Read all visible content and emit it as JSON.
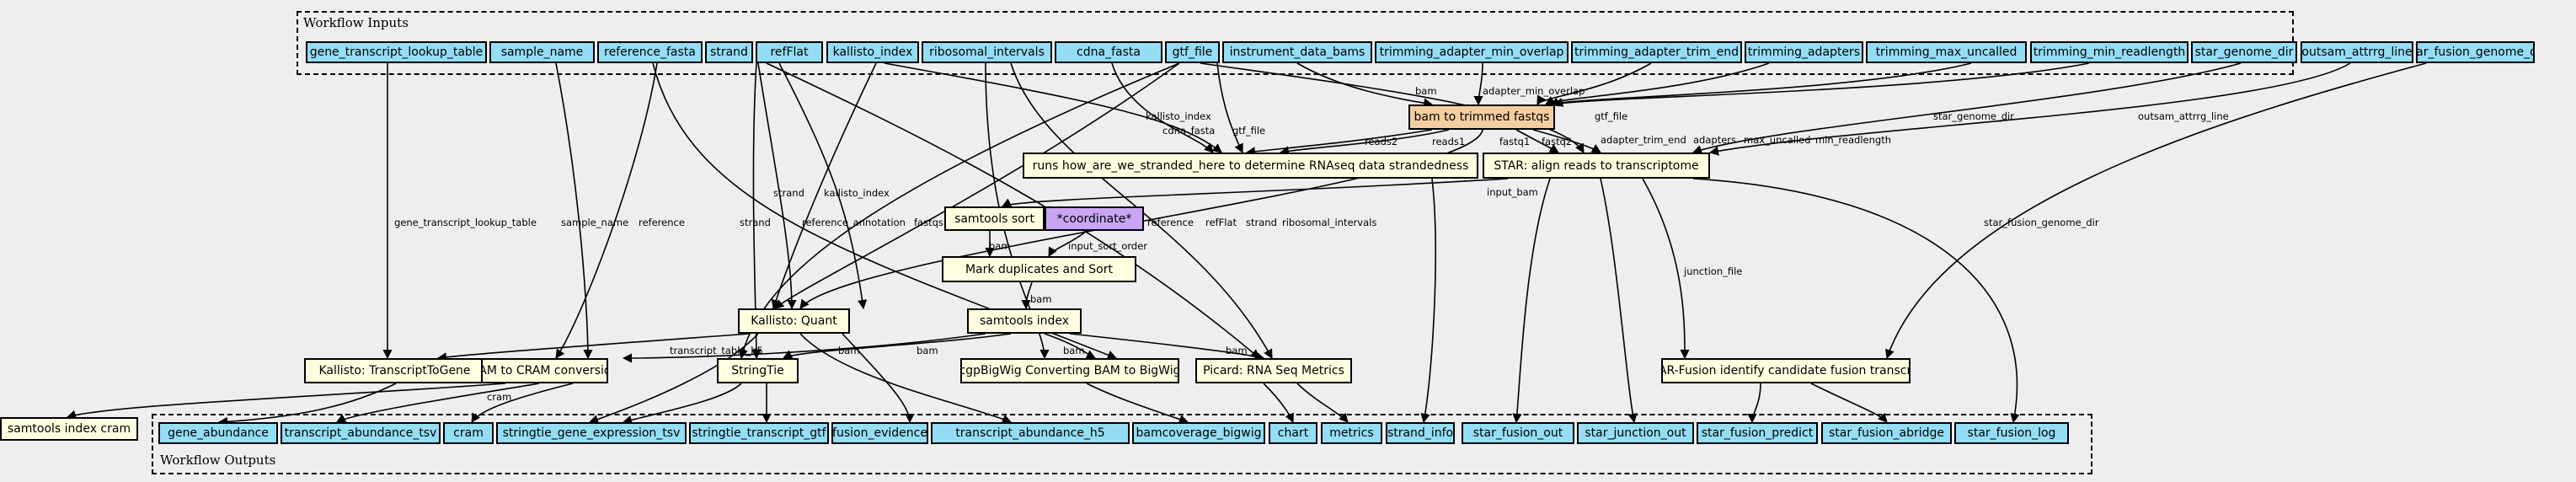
{
  "clusters": {
    "inputs_label": "Workflow Inputs",
    "outputs_label": "Workflow Outputs"
  },
  "inputs": [
    "gene_transcript_lookup_table",
    "sample_name",
    "reference_fasta",
    "strand",
    "refFlat",
    "kallisto_index",
    "ribosomal_intervals",
    "cdna_fasta",
    "gtf_file",
    "instrument_data_bams",
    "trimming_adapter_min_overlap",
    "trimming_adapter_trim_end",
    "trimming_adapters",
    "trimming_max_uncalled",
    "trimming_min_readlength",
    "star_genome_dir",
    "outsam_attrrg_line",
    "star_fusion_genome_dir"
  ],
  "steps": {
    "bam_to_trimmed": "bam to trimmed fastqs",
    "stranded": "runs how_are_we_stranded_here to determine RNAseq data strandedness",
    "star_align": "STAR: align reads to transcriptome",
    "samtools_sort": "samtools sort",
    "coordinate": "*coordinate*",
    "mark_dup": "Mark duplicates and Sort",
    "samtools_index": "samtools index",
    "kallisto_quant": "Kallisto: Quant",
    "kallisto_t2g": "Kallisto: TranscriptToGene",
    "bam_to_cram": "BAM to CRAM conversion",
    "stringtie": "StringTie",
    "bigwig": "cgpBigWig Converting BAM to BigWig",
    "picard": "Picard: RNA Seq Metrics",
    "star_fusion": "STAR-Fusion identify candidate fusion transcript",
    "index_cram": "samtools index cram"
  },
  "outputs": [
    "gene_abundance",
    "transcript_abundance_tsv",
    "cram",
    "stringtie_gene_expression_tsv",
    "stringtie_transcript_gtf",
    "fusion_evidence",
    "transcript_abundance_h5",
    "bamcoverage_bigwig",
    "chart",
    "metrics",
    "strand_info",
    "star_fusion_out",
    "star_junction_out",
    "star_fusion_predict",
    "star_fusion_abridge",
    "star_fusion_log"
  ],
  "edge_labels": {
    "bam": "bam",
    "adapter_min_overlap": "adapter_min_overlap",
    "adapter_trim_end": "adapter_trim_end",
    "adapters": "adapters",
    "max_uncalled": "max_uncalled",
    "min_readlength": "min_readlength",
    "reads2": "reads2",
    "reads1": "reads1",
    "kallisto_index": "kallisto_index",
    "cdna_fasta": "cdna_fasta",
    "gtf_file": "gtf_file",
    "fastq1": "fastq1",
    "fastq2": "fastq2",
    "star_genome_dir": "star_genome_dir",
    "outsam_attrrg_line": "outsam_attrrg_line",
    "gene_transcript_lookup_table": "gene_transcript_lookup_table",
    "sample_name": "sample_name",
    "reference": "reference",
    "strand": "strand",
    "reference_annotation": "reference_annotation",
    "fastqs": "fastqs",
    "input_bam": "input_bam",
    "input_sort_order": "input_sort_order",
    "refFlat": "refFlat",
    "ribosomal_intervals": "ribosomal_intervals",
    "star_fusion_genome_dir": "star_fusion_genome_dir",
    "junction_file": "junction_file",
    "transcript_table_h5": "transcript_table_h5",
    "cram": "cram"
  }
}
